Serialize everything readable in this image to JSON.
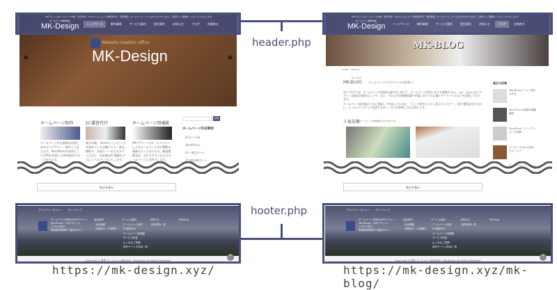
{
  "labels": {
    "header": "header.php",
    "footer": "hooter.php"
  },
  "urls": {
    "left": "https://mk-design.xyz/",
    "right": "https://mk-design.xyz/mk-blog/"
  },
  "header": {
    "top_text": "MKデザインはホームページ作成、楽天市場、Yahoo!ショッピング等運営代行・撮影業務、ホームページ、ページのカスタマイズなど、皆様ネット事業をレベルアップいたします。",
    "logo": "MK-Design",
    "logo_sub": "ホームページ制作会社",
    "nav": [
      "トップページ",
      "制作事例",
      "サービス案内",
      "会社案内",
      "お知らせ",
      "ブログ",
      "お問合せ"
    ]
  },
  "left_page": {
    "hero_sub": "Website creation office",
    "hero_title": "MK-Design",
    "columns": [
      {
        "title": "ホームページ制作",
        "text": "ホームページをお客様の用途に合わせてデザイン・制作しております。WordPressを始めとしたCMSを利用したWeb制作も行っております。"
      },
      {
        "title": "EC運営代行",
        "text": "楽天市場、Yahoo!ショッピングを始めとした店舗づくり・商品撮影や、決済カートのカスタマイズなど、お店様のEC事業をさらにレベルアップいたします。"
      },
      {
        "title": "ホームページ用撮影",
        "text": "MKデザインでは、カメラマンによるホームページ向け撮影の業務も行っております。動画撮影含め、分かりやすく伝えるホームページにお作りします。"
      }
    ],
    "search_button": "検索",
    "sidebar_title": "ホームページ作成事例",
    "sidebar_items": [
      "ECモール系",
      "WordPress",
      "LP・単品ページ",
      "その他決済カート"
    ],
    "more_button": "続きを表示"
  },
  "right_page": {
    "banner": "MK-BLOG",
    "breadcrumb": "HOME > MK-Blog",
    "ruby": "MK ブログ",
    "title": "MK-BLOG",
    "subtitle": "ホームページカスタマイズの参考に！",
    "intro": "MKブログでは、ホームページ作成初心者の方に向けて、ホームページ作成における基礎やhtml、css、jQueryなどデザイン全般の技術的なことや、また、それ以外の基礎知識や学習に向けての心構えやアドバイスなどを記載しております。",
    "intro2": "ホームページ初学者はプロに相談して作成したものの、「ここの所をもう少し変えたいけど？」「直す場所は分かるのに、いったいどうやって記述するの？」などの参考になれば幸いです。",
    "popular": "人気記事",
    "popular_sub": "ホームページ作成参考におすすめです！",
    "sidebar_title": "最近の投稿",
    "sidebar_items": [
      "WordPressについて調べる方法",
      "WordPressの画像の編集機能",
      "WordPress（ワードプレス）の特徴！",
      "サニタイズ(htmlの使い方)について",
      "ネットショップ・カート"
    ],
    "more_button": "続きを表示"
  },
  "footer": {
    "links": [
      "プライバシーポリシー",
      "サイトマップ"
    ],
    "company": [
      "ホームページ作成&WEBデザイン",
      "MK-Design（MKデザイン）",
      "〒372-0852",
      "群馬県伊勢崎市下道寺241-1"
    ],
    "col1": [
      "会社案内",
      "会社概要",
      "お問合せ・お見積り"
    ],
    "col2": [
      "サービス案内",
      "ホームページ制作",
      "EC運営代行",
      "ホームページ用撮影",
      "サービス料金",
      "よくあるご質問",
      "制作サービス料金一覧"
    ],
    "col3": [
      "お知らせ",
      "制作事例一覧"
    ],
    "col4": [
      "MK-Blog"
    ],
    "copyright": "Copyright © 群馬 ホームページ制作会社：MK-Design All Rights Reserved."
  },
  "colors": {
    "frame": "#4a4f7a",
    "header_bg": "#464a78"
  }
}
